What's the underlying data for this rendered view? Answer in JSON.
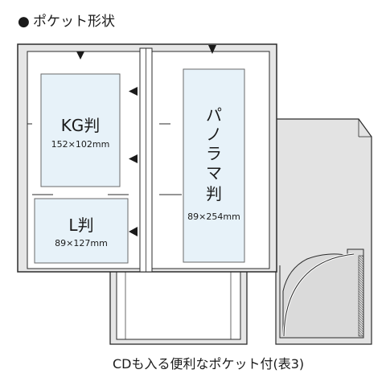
{
  "heading": {
    "bullet": "●",
    "text": "ポケット形状"
  },
  "pockets": {
    "kg": {
      "name": "KG判",
      "size": "152×102mm"
    },
    "l": {
      "name": "L判",
      "size": "89×127mm"
    },
    "panorama": {
      "name_chars": [
        "パ",
        "ノ",
        "ラ",
        "マ",
        "判"
      ],
      "size": "89×254mm"
    }
  },
  "caption": "CDも入る便利なポケット付(表3)",
  "colors": {
    "outline": "#2b2b2b",
    "cover_fill": "#e6e6e6",
    "page_fill": "#ffffff",
    "pocket_fill": "#e7f2f9",
    "pocket_stroke": "#6a6a6a",
    "arrow": "#1a1a1a",
    "grey_page": "#dcdcdc"
  }
}
